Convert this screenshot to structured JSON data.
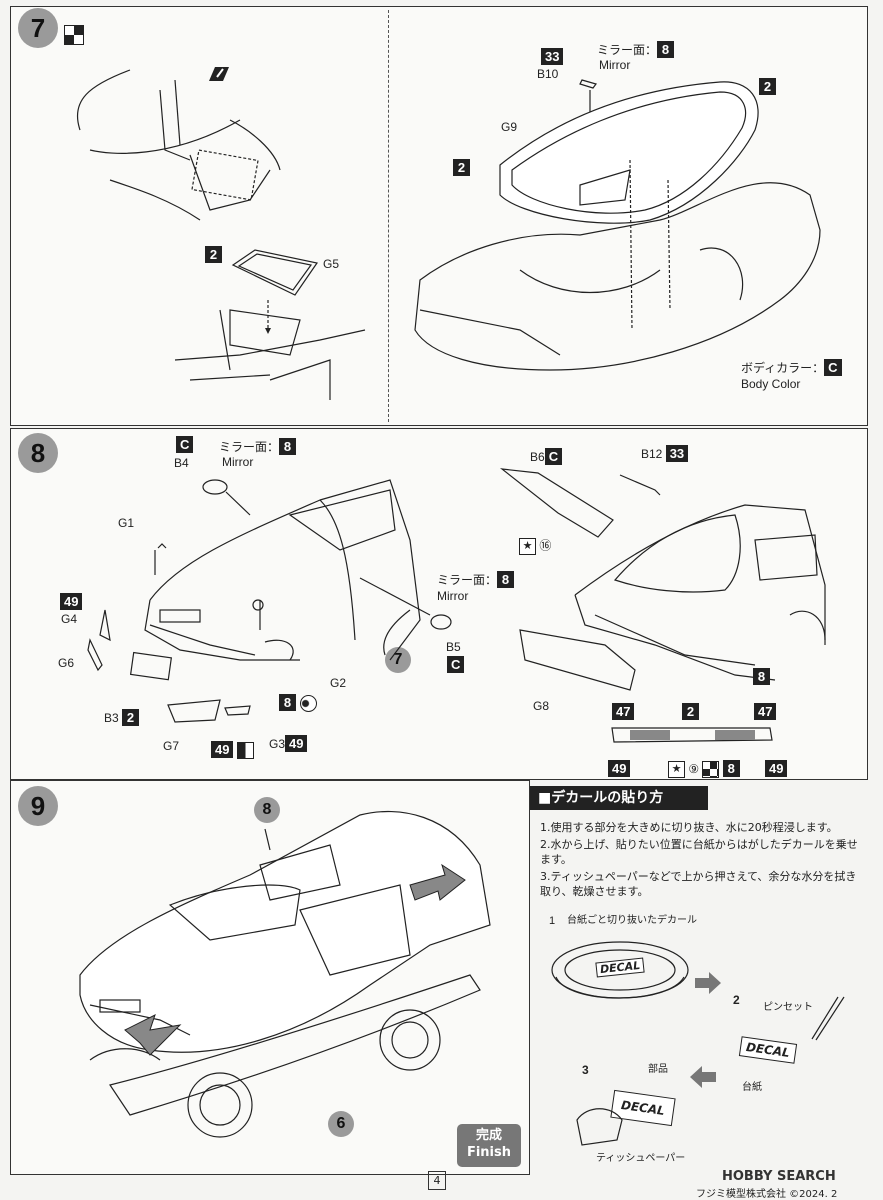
{
  "steps": {
    "s7": "7",
    "s8": "8",
    "s9": "9"
  },
  "step7": {
    "g5": "G5",
    "g5_color": "2",
    "b10": "B10",
    "b10_color": "33",
    "mirror_jp": "ミラー面：",
    "mirror_color": "8",
    "mirror_en": "Mirror",
    "g9": "G9",
    "glass_color_a": "2",
    "glass_color_b": "2",
    "body_color_jp": "ボディカラー：",
    "body_color_code": "C",
    "body_color_en": "Body Color"
  },
  "step8": {
    "b4_color": "C",
    "b4": "B4",
    "mirror_jp": "ミラー面：",
    "mirror_color": "8",
    "mirror_en": "Mirror",
    "g1": "G1",
    "g4_color": "49",
    "g4": "G4",
    "g6": "G6",
    "b3": "B3",
    "b3_color": "2",
    "g7": "G7",
    "g7_color": "49",
    "g3": "G3",
    "g3_color": "49",
    "g2": "G2",
    "g2_color": "8",
    "ref7": "7",
    "mirror2_jp": "ミラー面：",
    "mirror2_color": "8",
    "mirror2_en": "Mirror",
    "b5": "B5",
    "b5_color": "C",
    "b6": "B6",
    "b6_color": "C",
    "b6_decal": "⑯",
    "b12": "B12",
    "b12_color": "33",
    "g8": "G8",
    "g8_color": "8",
    "tail_left": "47",
    "tail_mid": "2",
    "tail_right": "47",
    "tail_bl": "49",
    "tail_decal": "⑨",
    "tail_bmid": "8",
    "tail_br": "49"
  },
  "step9": {
    "ref8": "8",
    "ref6": "6",
    "finish_jp": "完成",
    "finish_en": "Finish"
  },
  "decal": {
    "heading": "■デカールの貼り方",
    "step1": "1.使用する部分を大きめに切り抜き、水に20秒程浸します。",
    "step2": "2.水から上げ、貼りたい位置に台紙からはがしたデカールを乗せます。",
    "step3": "3.ティッシュペーパーなどで上から押さえて、余分な水分を拭き取り、乾燥させます。",
    "fig1_num": "1",
    "fig1_label": "台紙ごと切り抜いたデカール",
    "fig_decal": "DECAL",
    "fig2_num": "2",
    "fig2_tweezers": "ピンセット",
    "fig2_paper": "台紙",
    "fig3_num": "3",
    "fig3_part": "部品",
    "fig3_tissue": "ティッシュペーパー"
  },
  "page": {
    "number": "4",
    "copyright": "フジミ模型株式会社 ©2024. 2",
    "watermark": "HOBBY SEARCH"
  }
}
